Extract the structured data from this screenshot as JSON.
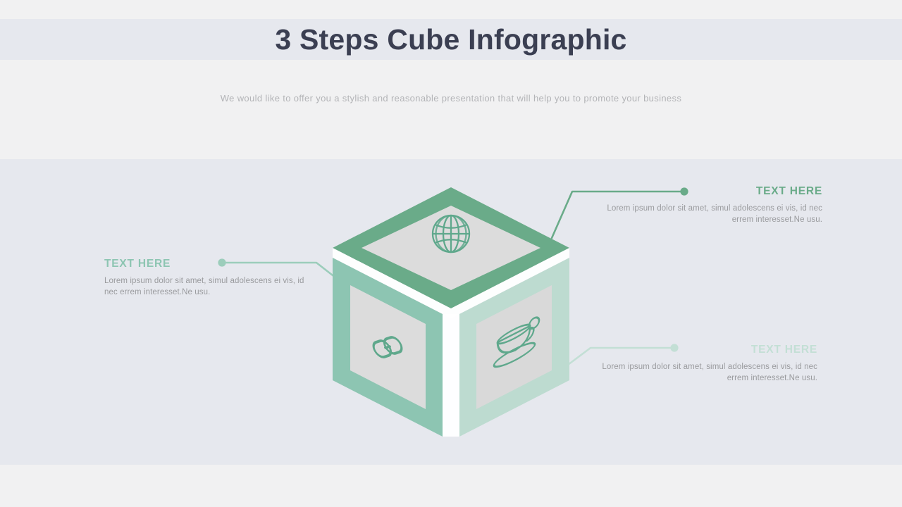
{
  "slide": {
    "title": "3 Steps Cube Infographic",
    "subtitle": "We would like to offer you a stylish and reasonable presentation that will help you to promote your business"
  },
  "colors": {
    "title_text": "#3b3f52",
    "subtitle_text": "#b3b4b7",
    "body_text": "#9a9b9e",
    "band": "#e6e8ee",
    "page_background": "#f1f1f2",
    "green_dark": "#6aab89",
    "green_mid": "#8dc5b2",
    "green_light": "#bddbd0",
    "panel_grey": "#dcdcdc",
    "panel_grey_light": "#d9d9d9",
    "icon_stroke": "#5fa88c",
    "cube_edge": "#ffffff"
  },
  "steps": [
    {
      "id": "step-top",
      "face": "top",
      "icon": "globe-icon",
      "heading": "TEXT HERE",
      "body": "Lorem ipsum dolor sit amet, simul adolescens ei vis, id nec errem interesset.Ne usu.",
      "heading_color": "#6aab89",
      "connector_color": "#6aab89",
      "align": "right"
    },
    {
      "id": "step-left",
      "face": "left",
      "icon": "link-chain-icon",
      "heading": "TEXT HERE",
      "body": "Lorem ipsum dolor sit amet, simul adolescens ei vis, id nec errem interesset.Ne usu.",
      "heading_color": "#8dc5b2",
      "connector_color": "#8dc5b2",
      "align": "left"
    },
    {
      "id": "step-right",
      "face": "right",
      "icon": "coffee-cup-icon",
      "heading": "TEXT HERE",
      "body": "Lorem ipsum dolor sit amet, simul adolescens ei vis, id nec errem interesset.Ne usu.",
      "heading_color": "#c3dfd5",
      "connector_color": "#c3dfd5",
      "align": "right"
    }
  ]
}
